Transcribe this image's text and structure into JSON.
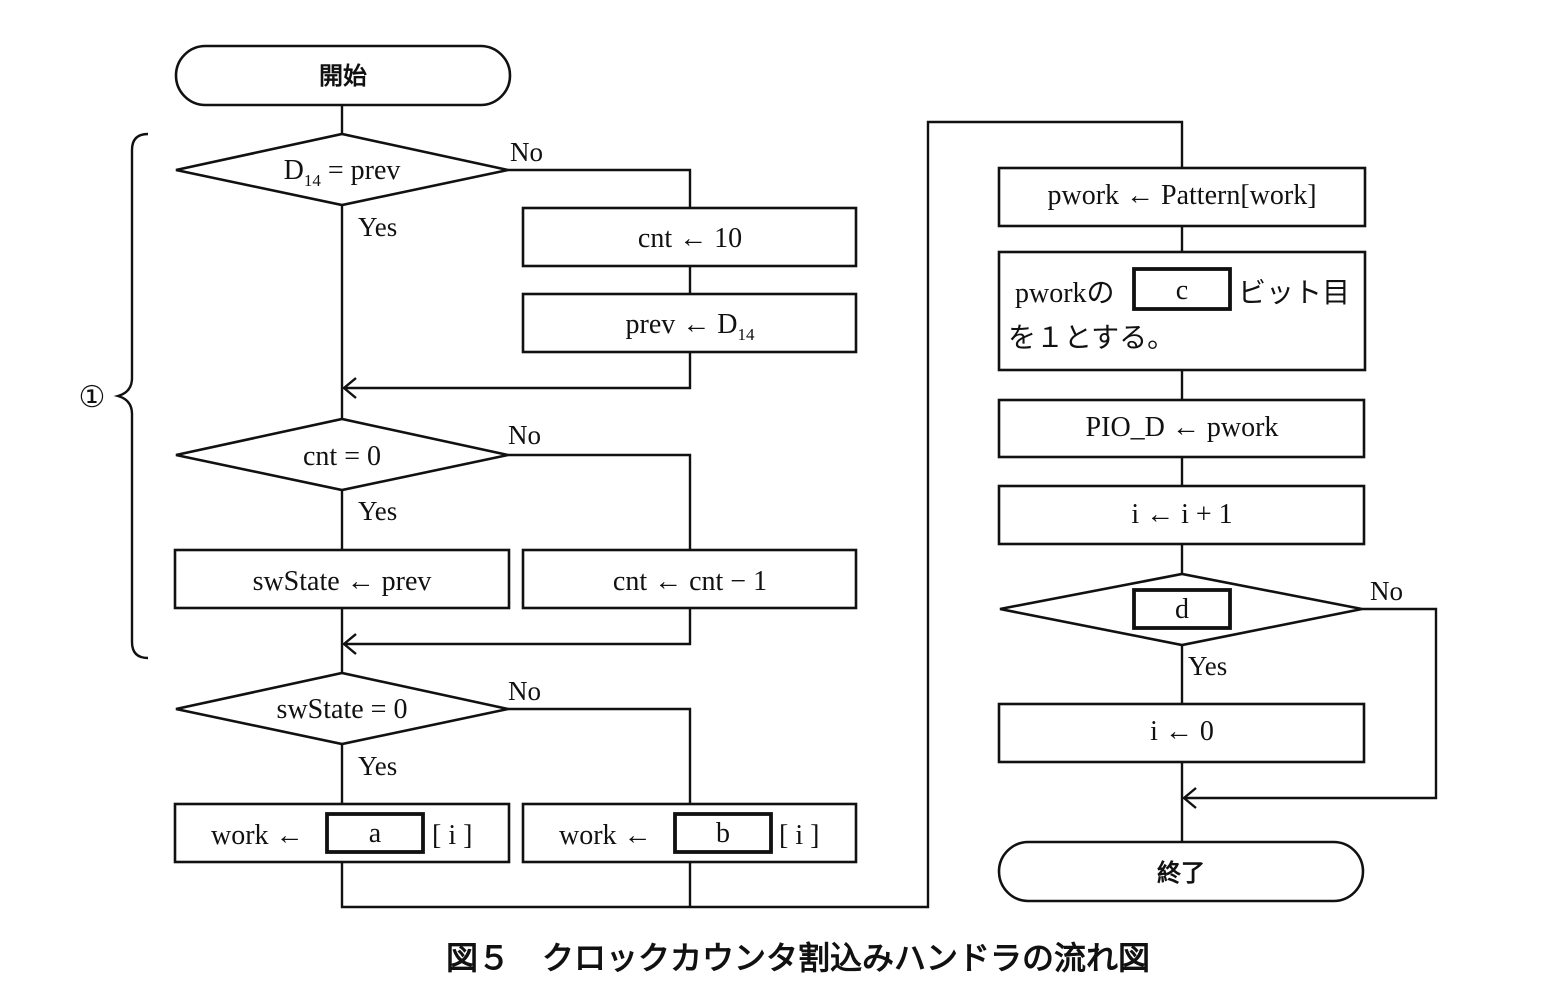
{
  "figure": {
    "caption": "図５　クロックカウンタ割込みハンドラの流れ図",
    "section_marker": "①"
  },
  "labels": {
    "yes": "Yes",
    "no": "No"
  },
  "left_flow": {
    "start": "開始",
    "decision1": {
      "base": "D",
      "sub": "14",
      "rest": " = prev"
    },
    "cnt_set": "cnt ← 10",
    "prev_set": {
      "text": "prev ← D",
      "sub": "14"
    },
    "decision2": "cnt = 0",
    "swstate_set": "swState ← prev",
    "cnt_dec": "cnt ← cnt − 1",
    "decision3": "swState = 0",
    "work_a": {
      "prefix": "work ←",
      "blank": "a",
      "suffix": "[ i ]"
    },
    "work_b": {
      "prefix": "work ←",
      "blank": "b",
      "suffix": "[ i ]"
    }
  },
  "right_flow": {
    "pwork_set": "pwork ← Pattern[work]",
    "bit_set": {
      "line1_prefix": "pworkの",
      "blank": "c",
      "line1_suffix": "ビット目",
      "line2": "を１とする。"
    },
    "pio_set": "PIO_D ← pwork",
    "i_inc": "i ← i + 1",
    "decision_d": {
      "blank": "d"
    },
    "i_reset": "i ← 0",
    "end": "終了"
  }
}
